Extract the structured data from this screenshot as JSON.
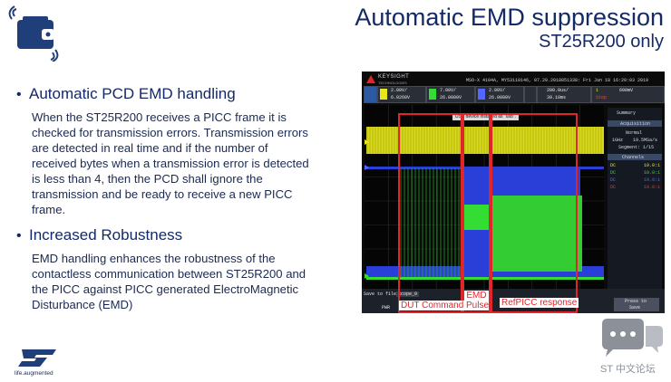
{
  "title": {
    "line1": "Automatic EMD suppression",
    "line2": "ST25R200 only"
  },
  "bullets": [
    {
      "heading": "Automatic PCD EMD handling",
      "lines": [
        "When the ST25R200 receives a PICC frame it is",
        "checked for transmission errors. Transmission errors",
        "are detected in real time and if the number of",
        "received bytes when a transmission error is detected",
        "is less than 4, then the PCD shall ignore the",
        "transmission and be ready to receive a new PICC",
        "frame."
      ]
    },
    {
      "heading": "Increased Robustness",
      "lines": [
        "EMD handling enhances the robustness of the",
        "contactless communication between ST25R200 and",
        "the PICC against PICC generated ElectroMagnetic",
        "Disturbance (EMD)"
      ]
    }
  ],
  "scope": {
    "brand": "KEYSIGHT",
    "brand_sub": "TECHNOLOGIES",
    "info": "MSO-X 4104A, MY53110146, 07.20.2018051338: Fri Jan 18 16:20:03 2019",
    "ch1": {
      "volts": "2.00V/",
      "offset": "6.0260V"
    },
    "ch2": {
      "volts": "7.00V/",
      "offset": "26.0000V"
    },
    "ch3": {
      "volts": "2.00V/",
      "offset": "26.0000V"
    },
    "timebase": {
      "div": "200.0us/",
      "pos": "39.18ms"
    },
    "trig": {
      "num": "1",
      "level": "600mV",
      "state": "Stop"
    },
    "tooltip": "USB device installed as \"usb\".",
    "panel": {
      "tab": "Summary",
      "acq_header": "Acquisition",
      "acq_mode": "Normal",
      "srate_a": "1GHz",
      "srate_b": "19.5MSa/s",
      "segment": "Segment: 1/15",
      "ch_header": "Channels",
      "channels": [
        {
          "cpl": "DC",
          "scale": "10.0:1",
          "color": "#e6e61a"
        },
        {
          "cpl": "DC",
          "scale": "10.0:1",
          "color": "#33dd33"
        },
        {
          "cpl": "DC",
          "scale": "10.0:1",
          "color": "#5566ff"
        },
        {
          "cpl": "DC",
          "scale": "10.0:1",
          "color": "#e03a3a"
        }
      ]
    },
    "bottom": {
      "save_label": "Save to file =",
      "save_value": "scope_0",
      "press_to": "Press to",
      "press_action": "Save",
      "pwr": "PWR"
    },
    "annotations": {
      "dut": "DUT Command",
      "emd_line1": "EMD",
      "emd_line2": "Pulse",
      "ref": "RefPICC response"
    }
  },
  "chat_label": "ST 中文论坛",
  "st_tagline": "life.augmented",
  "colors": {
    "title": "#142a66",
    "body": "#1b2a52",
    "annotation_red": "#e0262b",
    "ch1": "#e6e61a",
    "ch2": "#33dd33",
    "ch3": "#2a3fd8"
  }
}
